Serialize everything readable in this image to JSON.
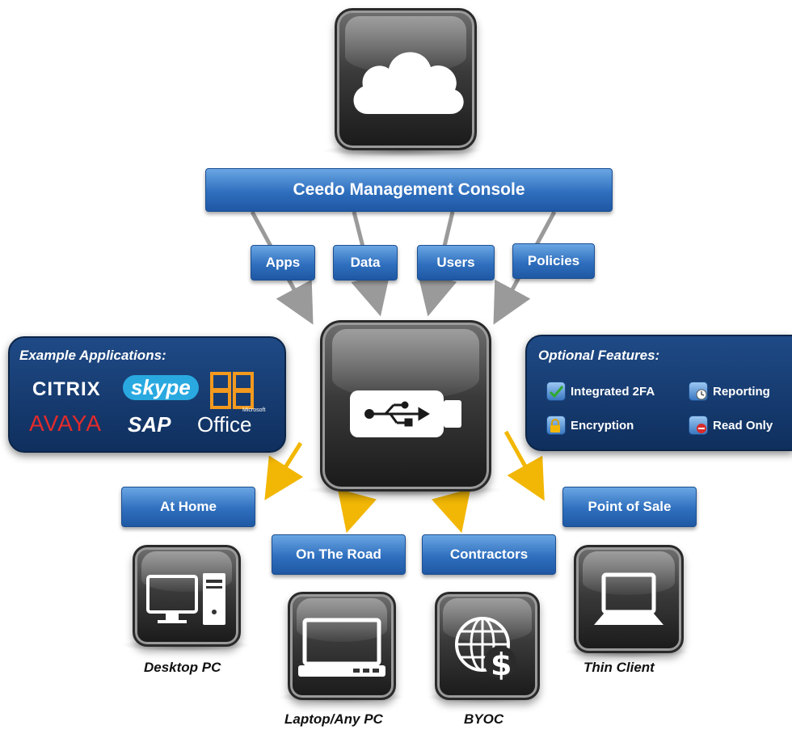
{
  "console": {
    "label": "Ceedo Management Console"
  },
  "flows": [
    {
      "label": "Apps"
    },
    {
      "label": "Data"
    },
    {
      "label": "Users"
    },
    {
      "label": "Policies"
    }
  ],
  "example_apps": {
    "title": "Example Applications:",
    "logos": [
      "CITRIX",
      "skype",
      "AVAYA",
      "SAP",
      "Office",
      "Microsoft"
    ]
  },
  "optional_features": {
    "title": "Optional Features:",
    "items": [
      "Integrated 2FA",
      "Reporting",
      "Encryption",
      "Read Only"
    ]
  },
  "locations": [
    {
      "label": "At Home"
    },
    {
      "label": "On The Road"
    },
    {
      "label": "Contractors"
    },
    {
      "label": "Point of Sale"
    }
  ],
  "devices": [
    {
      "label": "Desktop PC",
      "icon": "desktop-pc-icon"
    },
    {
      "label": "Laptop/Any PC",
      "icon": "laptop-icon"
    },
    {
      "label": "BYOC",
      "icon": "globe-dollar-icon"
    },
    {
      "label": "Thin Client",
      "icon": "thin-client-icon"
    }
  ],
  "colors": {
    "label_blue": "#2f6fbe",
    "panel_navy": "#123868",
    "arrow_gray": "#9a9a9a",
    "arrow_yellow": "#f2b705",
    "tile_dark": "#2b2b2b"
  }
}
